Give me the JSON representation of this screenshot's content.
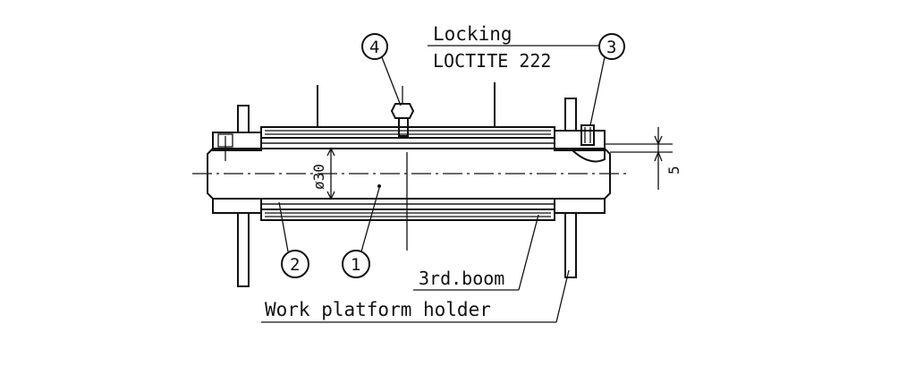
{
  "labels": {
    "locking": "Locking",
    "loctite": "LOCTITE 222",
    "third_boom": "3rd.boom",
    "work_platform_holder": "Work platform holder",
    "diameter": "ø30",
    "offset_dim": "5"
  },
  "balloons": [
    {
      "id": "balloon-1",
      "text": "1"
    },
    {
      "id": "balloon-2",
      "text": "2"
    },
    {
      "id": "balloon-3",
      "text": "3"
    },
    {
      "id": "balloon-4",
      "text": "4"
    }
  ]
}
